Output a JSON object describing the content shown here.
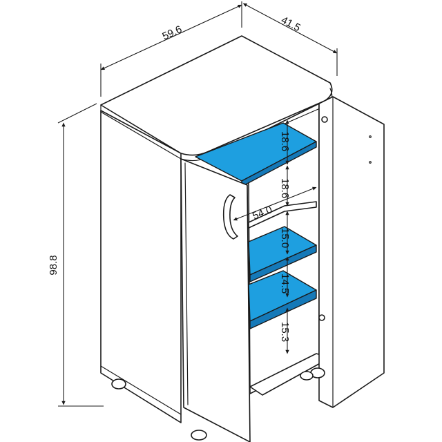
{
  "dimensions": {
    "width": "59.6",
    "depth": "41.5",
    "height": "98.8",
    "inner_width": "54.0",
    "gap_top_1": "18.6",
    "gap_top_2": "18.6",
    "gap_mid": "15.0",
    "gap_low": "14.5",
    "gap_bottom": "15.3"
  },
  "colors": {
    "shelf_top": "#1e9fe0",
    "shelf_front": "#1579b8",
    "outline": "#1a1a1a",
    "panel": "#ffffff"
  }
}
